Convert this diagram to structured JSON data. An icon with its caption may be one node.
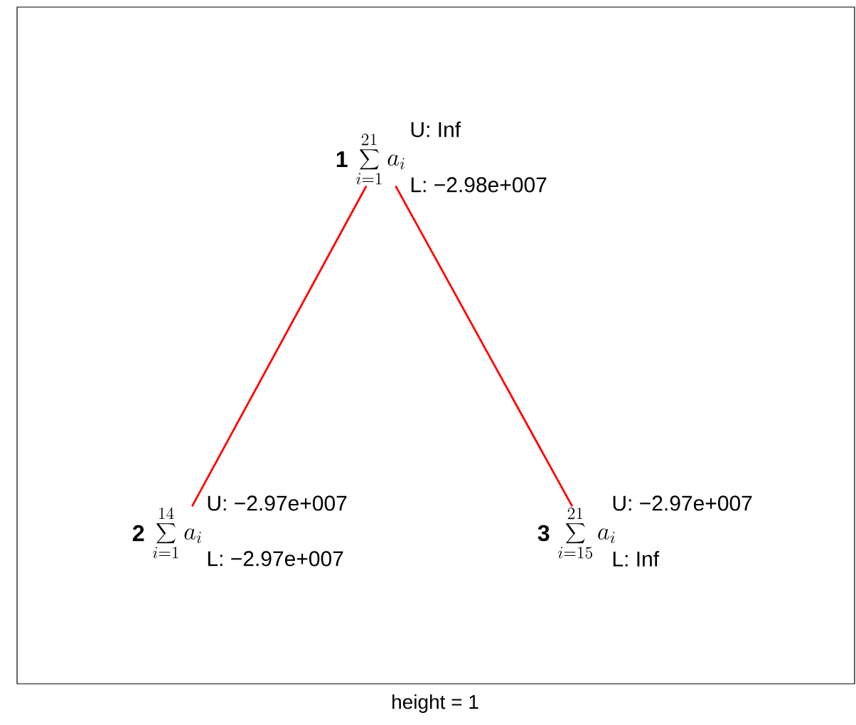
{
  "diagram": {
    "caption": "height = 1",
    "nodes": [
      {
        "text": [
          "\\sum_{i=1}^{21} a_i"
        ],
        "beside": [
          "1",
          "U: Inf",
          "L: −2.98e+007"
        ]
      },
      {
        "text": [
          "\\sum_{i=1}^{14} a_i"
        ],
        "beside": [
          "2",
          "U: −2.97e+007",
          "L: −2.97e+007"
        ]
      },
      {
        "text": [
          "\\sum_{i=15}^{21} a_i"
        ],
        "beside": [
          "3",
          "U: −2.97e+007",
          "L: Inf"
        ]
      }
    ],
    "edges": [
      {
        "from": 0,
        "to": 1,
        "arrow": "none"
      },
      {
        "from": 0,
        "to": 2,
        "arrow": "none"
      }
    ]
  }
}
